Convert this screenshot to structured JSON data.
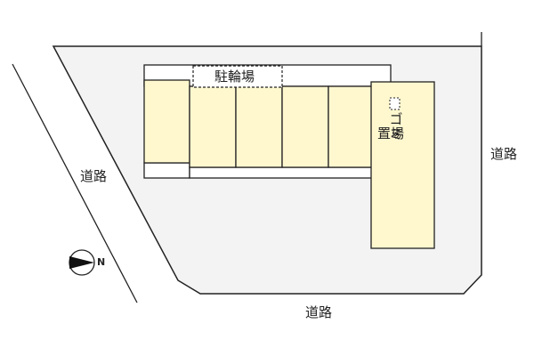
{
  "labels": {
    "bicycle_parking": "駐輪場",
    "garbage_col1": "ゴミ",
    "garbage_col2": "置場",
    "road_left": "道路",
    "road_right": "道路",
    "road_bottom": "道路",
    "north": "N"
  },
  "colors": {
    "lot_fill": "#f3f3f3",
    "building_fill": "#fff8cf",
    "open_fill": "#ffffff",
    "line": "#222222"
  },
  "icons": {
    "compass": "north-arrow-icon"
  }
}
